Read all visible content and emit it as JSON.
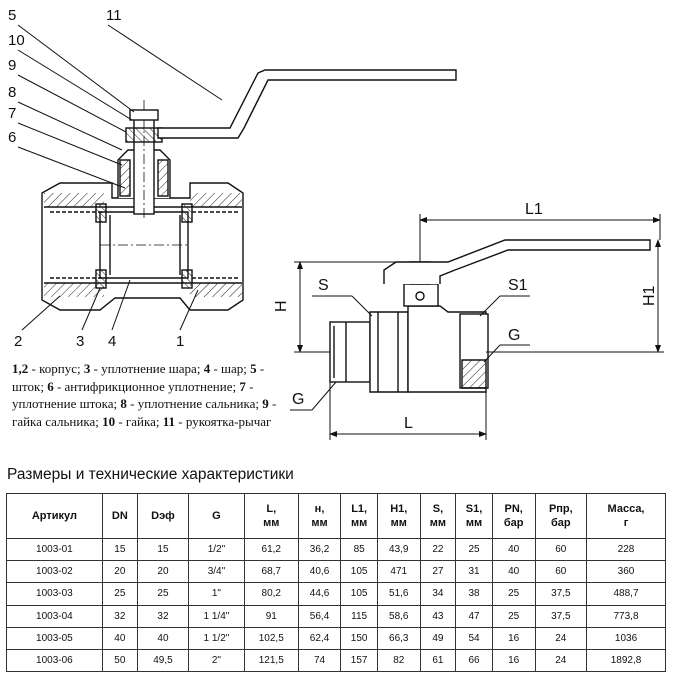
{
  "drawing_left": {
    "callouts": [
      "5",
      "11",
      "10",
      "9",
      "8",
      "7",
      "6",
      "2",
      "3",
      "4",
      "1"
    ]
  },
  "drawing_right": {
    "dims": {
      "L1": "L1",
      "H": "H",
      "H1": "H1",
      "S": "S",
      "S1": "S1",
      "G_right": "G",
      "G_left": "G",
      "L": "L"
    }
  },
  "legend": [
    {
      "num": "1,2",
      "text": " - корпус; "
    },
    {
      "num": "3",
      "text": " - уплотнение шара; "
    },
    {
      "num": "4",
      "text": " - шар;"
    },
    {
      "num": "5",
      "text": " - шток; "
    },
    {
      "num": "6",
      "text": " - антифрикционное уплотнение; "
    },
    {
      "num": "7",
      "text": " - уплотнение штока; "
    },
    {
      "num": "8",
      "text": " - уплотнение сальника; "
    },
    {
      "num": "9",
      "text": " - гайка сальника;"
    },
    {
      "num": "10",
      "text": " - гайка; "
    },
    {
      "num": "11",
      "text": " - рукоятка-рычаг"
    }
  ],
  "table_title": "Размеры и технические характеристики",
  "table": {
    "headers": [
      [
        "Артикул",
        ""
      ],
      [
        "DN",
        ""
      ],
      [
        "Dэф",
        ""
      ],
      [
        "G",
        ""
      ],
      [
        "L,",
        "мм"
      ],
      [
        "н,",
        "мм"
      ],
      [
        "L1,",
        "мм"
      ],
      [
        "H1,",
        "мм"
      ],
      [
        "S,",
        "мм"
      ],
      [
        "S1,",
        "мм"
      ],
      [
        "PN,",
        "бар"
      ],
      [
        "Pпр,",
        "бар"
      ],
      [
        "Масса,",
        "г"
      ]
    ],
    "rows": [
      [
        "1003-01",
        "15",
        "15",
        "1/2\"",
        "61,2",
        "36,2",
        "85",
        "43,9",
        "22",
        "25",
        "40",
        "60",
        "228"
      ],
      [
        "1003-02",
        "20",
        "20",
        "3/4\"",
        "68,7",
        "40,6",
        "105",
        "471",
        "27",
        "31",
        "40",
        "60",
        "360"
      ],
      [
        "1003-03",
        "25",
        "25",
        "1\"",
        "80,2",
        "44,6",
        "105",
        "51,6",
        "34",
        "38",
        "25",
        "37,5",
        "488,7"
      ],
      [
        "1003-04",
        "32",
        "32",
        "1 1/4\"",
        "91",
        "56,4",
        "115",
        "58,6",
        "43",
        "47",
        "25",
        "37,5",
        "773,8"
      ],
      [
        "1003-05",
        "40",
        "40",
        "1 1/2\"",
        "102,5",
        "62,4",
        "150",
        "66,3",
        "49",
        "54",
        "16",
        "24",
        "1036"
      ],
      [
        "1003-06",
        "50",
        "49,5",
        "2\"",
        "121,5",
        "74",
        "157",
        "82",
        "61",
        "66",
        "16",
        "24",
        "1892,8"
      ]
    ]
  }
}
